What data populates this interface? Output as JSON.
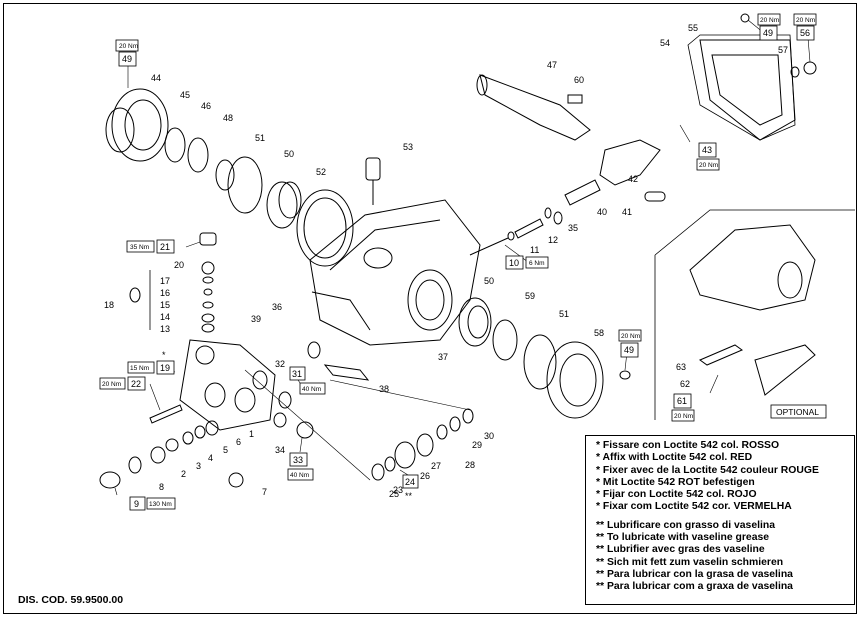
{
  "drawing_code": "DIS. COD. 59.9500.00",
  "notes": {
    "star_lines": [
      "* Fissare con Loctite 542 col. ROSSO",
      "* Affix with Loctite 542 col. RED",
      "* Fixer avec de la Loctite 542 couleur ROUGE",
      "* Mit Loctite 542 ROT befestigen",
      "* Fijar con Loctite 542 col. ROJO",
      "* Fixar com Loctite 542 cor. VERMELHA"
    ],
    "double_star_lines": [
      "** Lubrificare con grasso di vaselina",
      "** To lubricate with vaseline grease",
      "** Lubrifier avec gras des vaseline",
      "** Sich mit fett zum vaselin schmieren",
      "** Para lubricar con la grasa de vaselina",
      "** Para lubricar com a graxa de vaselina"
    ]
  },
  "optional_label": "OPTIONAL",
  "part_numbers": [
    "1",
    "2",
    "3",
    "4",
    "5",
    "6",
    "7",
    "8",
    "9",
    "10",
    "11",
    "12",
    "13",
    "14",
    "15",
    "16",
    "17",
    "18",
    "19",
    "20",
    "21",
    "22",
    "23",
    "24",
    "25",
    "26",
    "27",
    "28",
    "29",
    "30",
    "31",
    "32",
    "33",
    "34",
    "35",
    "36",
    "37",
    "38",
    "39",
    "40",
    "41",
    "42",
    "43",
    "44",
    "45",
    "46",
    "47",
    "48",
    "49",
    "50",
    "51",
    "52",
    "53",
    "54",
    "55",
    "56",
    "57",
    "58",
    "59",
    "60",
    "61",
    "62",
    "63"
  ],
  "torque_callouts": {
    "c49a": {
      "part": "49",
      "torque": "20 Nm"
    },
    "c49b": {
      "part": "49",
      "torque": "20 Nm"
    },
    "c56": {
      "part": "56",
      "torque": "20 Nm"
    },
    "c43": {
      "part": "43",
      "torque": "20 Nm"
    },
    "c21": {
      "part": "21",
      "torque": "35 Nm"
    },
    "c10": {
      "part": "10",
      "torque": "6 Nm"
    },
    "c19": {
      "part": "19",
      "torque": "15 Nm"
    },
    "c22": {
      "part": "22",
      "torque": "20 Nm"
    },
    "c31": {
      "part": "31",
      "torque": "40 Nm"
    },
    "c33": {
      "part": "33",
      "torque": "40 Nm"
    },
    "c24": {
      "part": "24",
      "torque": "**"
    },
    "c9": {
      "part": "9",
      "torque": "130 Nm"
    },
    "c49c": {
      "part": "49",
      "torque": "20 Nm"
    },
    "c61": {
      "part": "61",
      "torque": "20 Nm"
    }
  },
  "star_mark": "*"
}
